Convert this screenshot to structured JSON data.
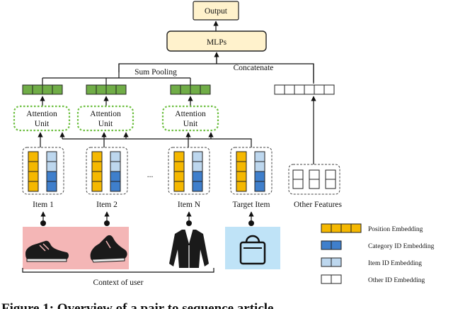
{
  "diagram": {
    "output_label": "Output",
    "mlps_label": "MLPs",
    "sum_pooling_label": "Sum Pooling",
    "concatenate_label": "Concatenate",
    "attention_label_line1": "Attention",
    "attention_label_line2": "Unit",
    "items": [
      "Item 1",
      "Item 2",
      "Item N",
      "Target Item"
    ],
    "ellipsis": "...",
    "other_features_label": "Other Features",
    "context_label": "Context of user"
  },
  "legend": [
    {
      "label": "Position Embedding",
      "kind": "position"
    },
    {
      "label": "Category ID Embedding",
      "kind": "category"
    },
    {
      "label": "Item ID Embedding",
      "kind": "itemid"
    },
    {
      "label": "Other ID Embedding",
      "kind": "other"
    }
  ],
  "caption_fragment": "Figure 1: Overview of a pair to sequence article",
  "colors": {
    "position": "#F5B800",
    "category": "#3F7FCC",
    "itemid": "#BDD7EE",
    "other": "#FFFFFF",
    "box_fill": "#FFF2CC",
    "pool_green": "#70AD47",
    "attn_dash": "#6DBF40",
    "context_bg": "#F4B6B6",
    "target_bg": "#BFE3F7"
  }
}
